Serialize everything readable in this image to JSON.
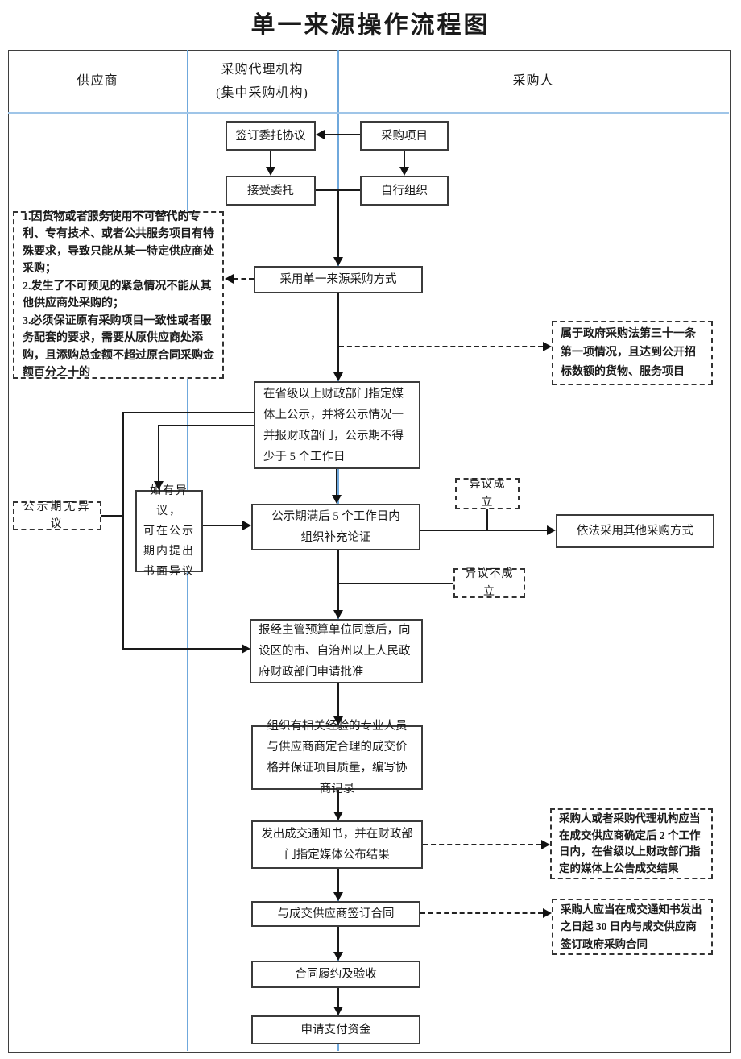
{
  "title": "单一来源操作流程图",
  "lanes": {
    "supplier": "供应商",
    "agency": "采购代理机构\n(集中采购机构)",
    "purchaser": "采购人"
  },
  "nodes": {
    "sign_agreement": "签订委托协议",
    "procurement_project": "采购项目",
    "accept_entrustment": "接受委托",
    "self_organize": "自行组织",
    "adopt_single_source": "采用单一来源采购方式",
    "publicize": "在省级以上财政部门指定媒体上公示，并将公示情况一并报财政部门，公示期不得少于 5 个工作日",
    "objection": "如有异议，\n可在公示\n期内提出\n书面异议",
    "supplement_demo": "公示期满后 5 个工作日内\n组织补充论证",
    "other_method": "依法采用其他采购方式",
    "apply_approval": "报经主管预算单位同意后，向设区的市、自治州以上人民政府财政部门申请批准",
    "organize_negotiation": "组织有相关经验的专业人员与供应商商定合理的成交价格并保证项目质量，编写协商记录",
    "issue_notice": "发出成交通知书，并在财政部门指定媒体公布结果",
    "sign_contract": "与成交供应商签订合同",
    "contract_performance": "合同履约及验收",
    "apply_payment": "申请支付资金"
  },
  "annotations": {
    "conditions": "1.因货物或者服务使用不可替代的专利、专有技术、或者公共服务项目有特殊要求，导致只能从某一特定供应商处采购；\n2.发生了不可预见的紧急情况不能从其他供应商处采购的；\n3.必须保证原有采购项目一致性或者服务配套的要求，需要从原供应商处添购，且添购总金额不超过原合同采购金额百分之十的",
    "law_condition": "属于政府采购法第三十一条第一项情况，且达到公开招标数额的货物、服务项目",
    "no_objection": "公示期无异议",
    "objection_valid": "异议成立",
    "objection_invalid": "异议不成立",
    "announce_result": "采购人或者采购代理机构应当在成交供应商确定后 2 个工作日内，在省级以上财政部门指定的媒体上公告成交结果",
    "sign_within_30": "采购人应当在成交通知书发出之日起 30 日内与成交供应商签订政府采购合同"
  },
  "colors": {
    "lane_divider": "#6fa8dc",
    "line": "#1a1a1a"
  }
}
